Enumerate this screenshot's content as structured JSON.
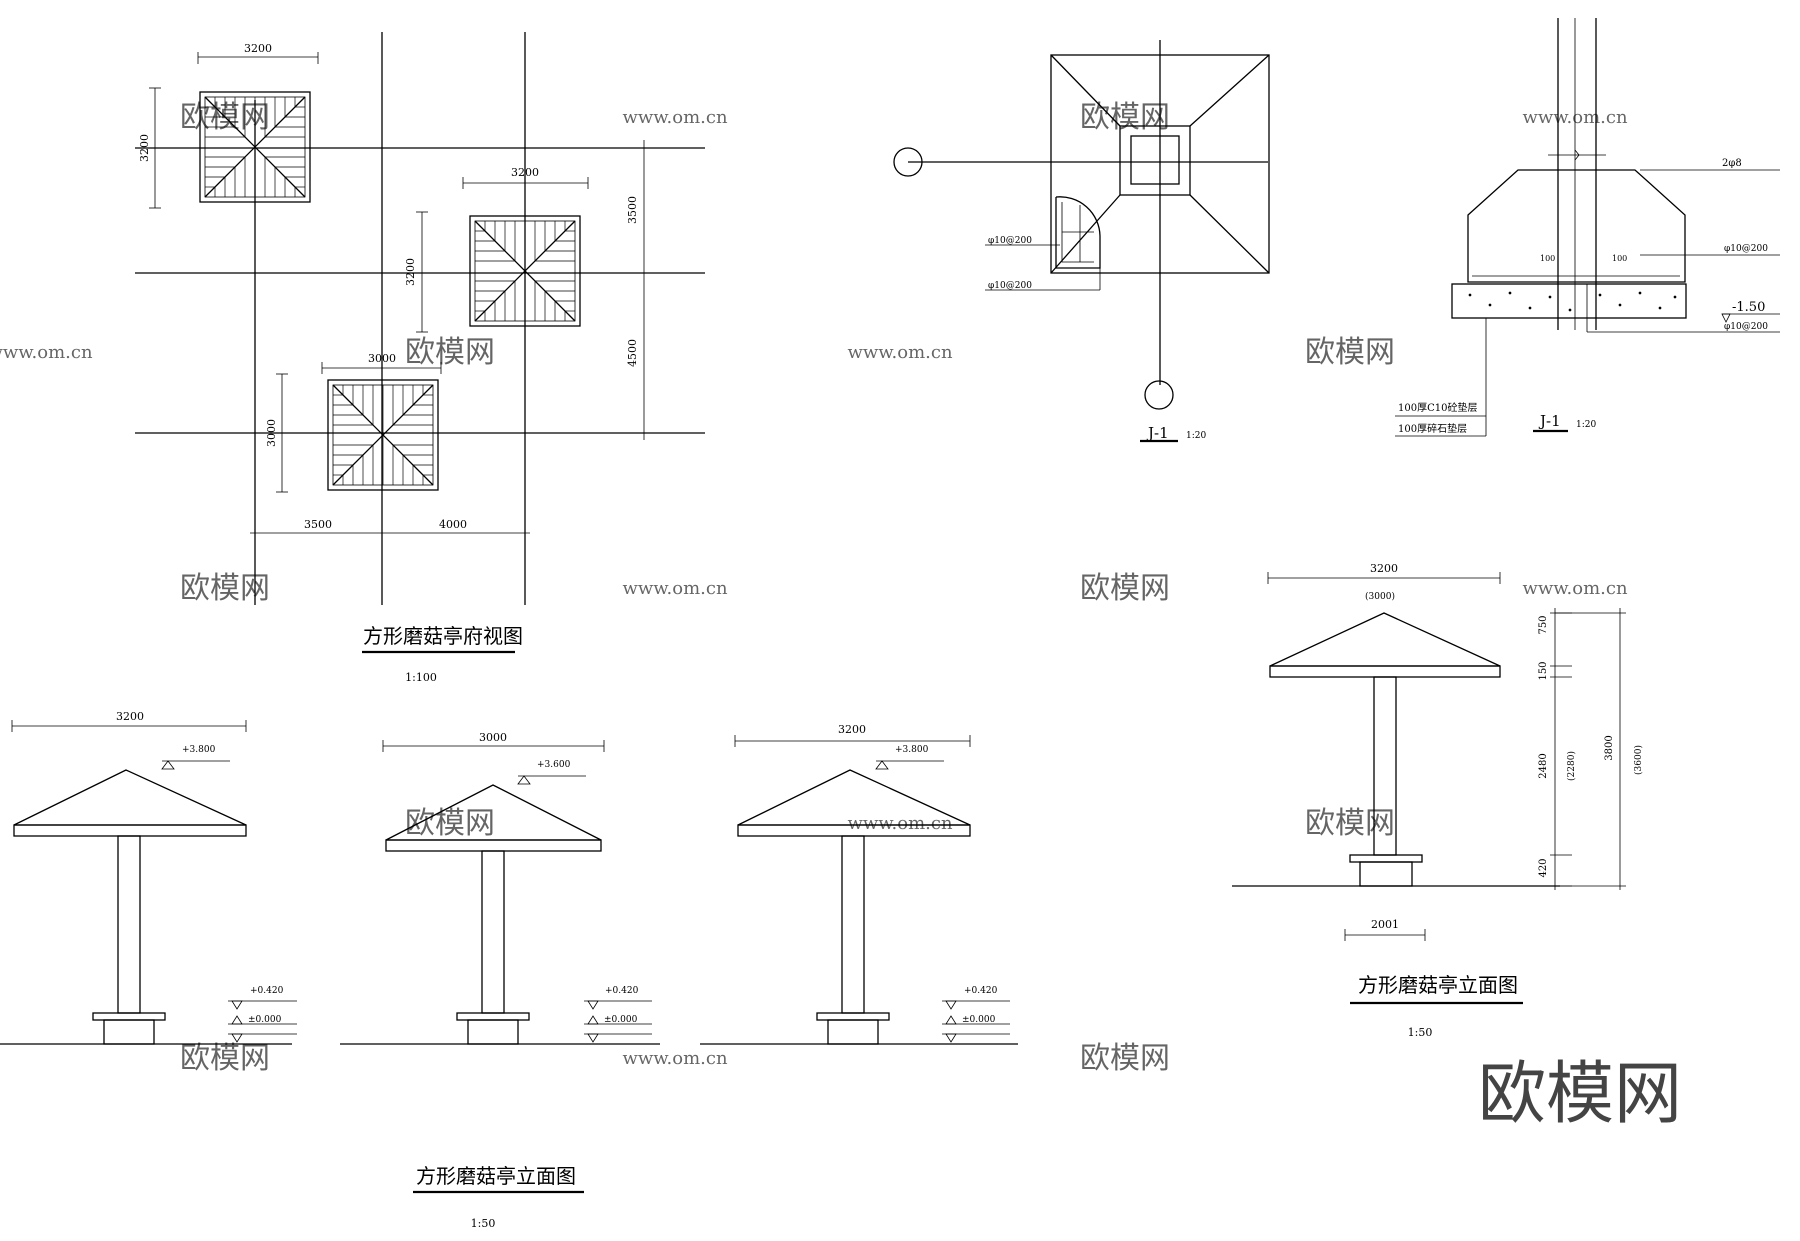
{
  "plan_view": {
    "title": "方形磨菇亭府视图",
    "scale": "1:100",
    "dims": {
      "top_width": "3200",
      "top_height": "3200",
      "mid_width": "3200",
      "mid_height": "3200",
      "bot_width": "3000",
      "bot_height": "3000",
      "right_upper": "3500",
      "right_lower": "4500",
      "bottom_left": "3500",
      "bottom_right": "4000"
    }
  },
  "foundation_plan": {
    "label": "J-1",
    "scale": "1:20",
    "rebar_1": "φ10@200",
    "rebar_2": "φ10@200"
  },
  "foundation_section": {
    "label": "J-1",
    "scale": "1:20",
    "bars": "2φ8",
    "rebar_top": "φ10@200",
    "rebar_bottom": "φ10@200",
    "left_cover": "100",
    "right_cover": "100",
    "level": "-1.50",
    "layer_1": "100厚C10砼垫层",
    "layer_2": "100厚碎石垫层"
  },
  "elevations_group": {
    "title": "方形磨菇亭立面图",
    "scale": "1:50",
    "items": [
      {
        "width": "3200",
        "top_level": "+3.800",
        "seat_level": "+0.420",
        "ground_level": "±0.000"
      },
      {
        "width": "3000",
        "top_level": "+3.600",
        "seat_level": "+0.420",
        "ground_level": "±0.000"
      },
      {
        "width": "3200",
        "top_level": "+3.800",
        "seat_level": "+0.420",
        "ground_level": "±0.000"
      }
    ]
  },
  "single_elevation": {
    "title": "方形磨菇亭立面图",
    "scale": "1:50",
    "width": "3200",
    "width_alt": "(3000)",
    "h_roof": "750",
    "h_plate": "150",
    "h_column": "2480",
    "h_column_alt": "(2280)",
    "h_seat": "420",
    "h_total": "3800",
    "h_total_alt": "(3600)",
    "base_width": "2001"
  },
  "watermark": {
    "brand": "欧模网",
    "url": "www.om.cn"
  }
}
